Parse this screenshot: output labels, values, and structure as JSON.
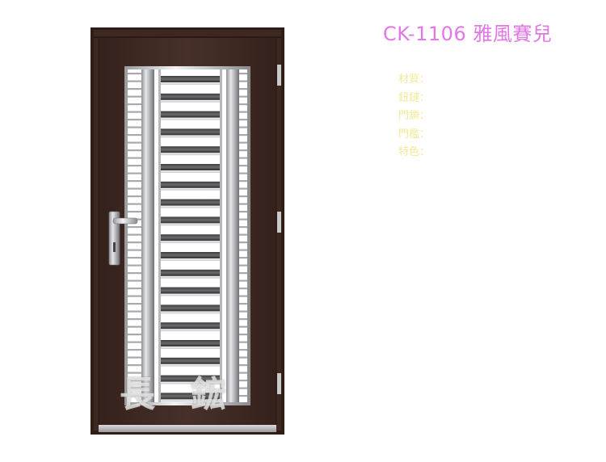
{
  "product": {
    "title": "CK-1106 雅風賽兒"
  },
  "specs": [
    {
      "label": "材質："
    },
    {
      "label": "鈕鏈："
    },
    {
      "label": "門鎖："
    },
    {
      "label": "門檻："
    },
    {
      "label": "特色："
    }
  ],
  "watermark": "長鋐",
  "colors": {
    "title": "#e377e7",
    "spec_label": "#f2e99a",
    "door_frame": "#3b2620",
    "steel": "#c8c9cc"
  }
}
